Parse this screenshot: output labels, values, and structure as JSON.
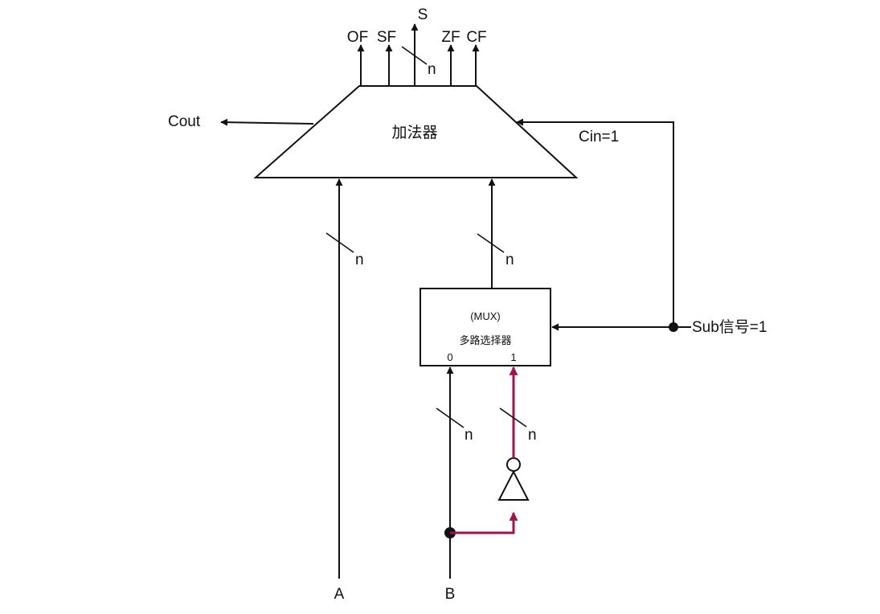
{
  "diagram": {
    "adder_label": "加法器",
    "mux_title": "(MUX)",
    "mux_label": "多路选择器",
    "mux_in0": "0",
    "mux_in1": "1",
    "flags": {
      "of": "OF",
      "sf": "SF",
      "s": "S",
      "zf": "ZF",
      "cf": "CF"
    },
    "cout": "Cout",
    "cin": "Cin=1",
    "sub": "Sub信号=1",
    "input_a": "A",
    "input_b": "B",
    "bus_width": "n"
  },
  "colors": {
    "line": "#111111",
    "highlight": "#a3124f"
  }
}
